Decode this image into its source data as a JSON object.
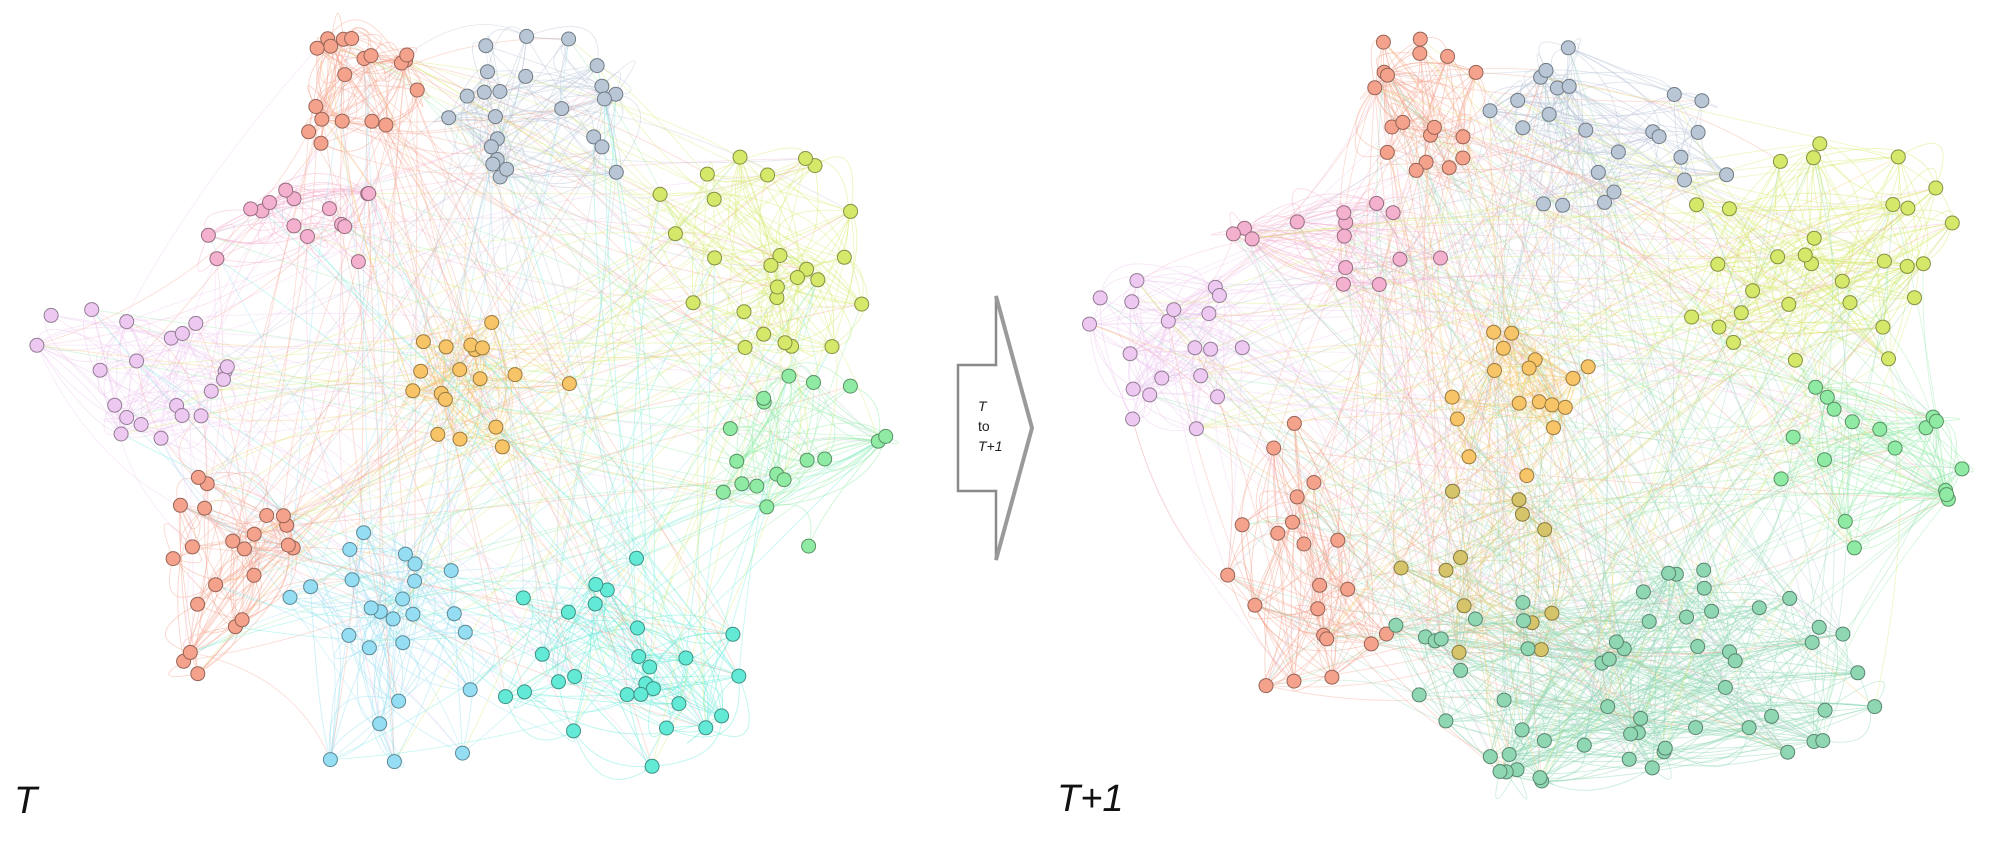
{
  "labels": {
    "left_panel": "T",
    "right_panel": "T+1",
    "arrow_line1": "T",
    "arrow_line2": "to",
    "arrow_line3": "T+1"
  },
  "colors": {
    "salmon": "#f4a28c",
    "steel": "#b8c6d6",
    "pink": "#f3b0cf",
    "violet": "#edc8f0",
    "orange": "#f7c567",
    "lime": "#d6e86a",
    "green": "#8feaa3",
    "cyan": "#95ddf2",
    "teal": "#62ead7",
    "seagreen": "#8fd6b3",
    "olive": "#d6c46a"
  }
}
